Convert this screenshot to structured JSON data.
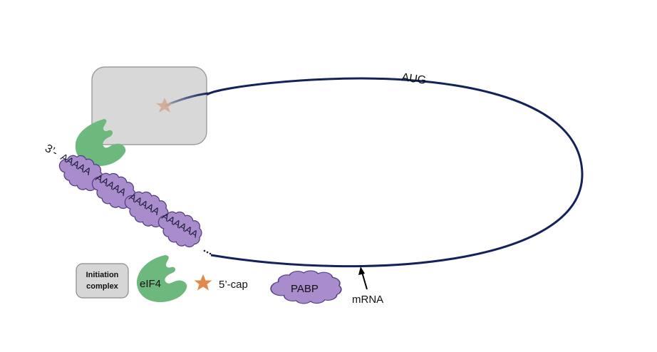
{
  "labels": {
    "aug": "AUG",
    "three_prime": "3’-",
    "mrna": "mRNA",
    "legend_initiation_line1": "Initiation",
    "legend_initiation_line2": "complex",
    "legend_eif4": "eIF4",
    "legend_cap": "5’-cap",
    "legend_pabp": "PABP"
  },
  "poly_a_segments": [
    "AAAAA",
    "AAAAA",
    "AAAAA",
    "AAAAAA"
  ],
  "colors": {
    "mrna": "#13235a",
    "complex_fill": "#d6d6d6",
    "complex_stroke": "#8a8a8a",
    "eif4": "#6db87c",
    "pabp": "#a88ccb",
    "pabp_stroke": "#4e3a82",
    "cap": "#e0894a"
  }
}
